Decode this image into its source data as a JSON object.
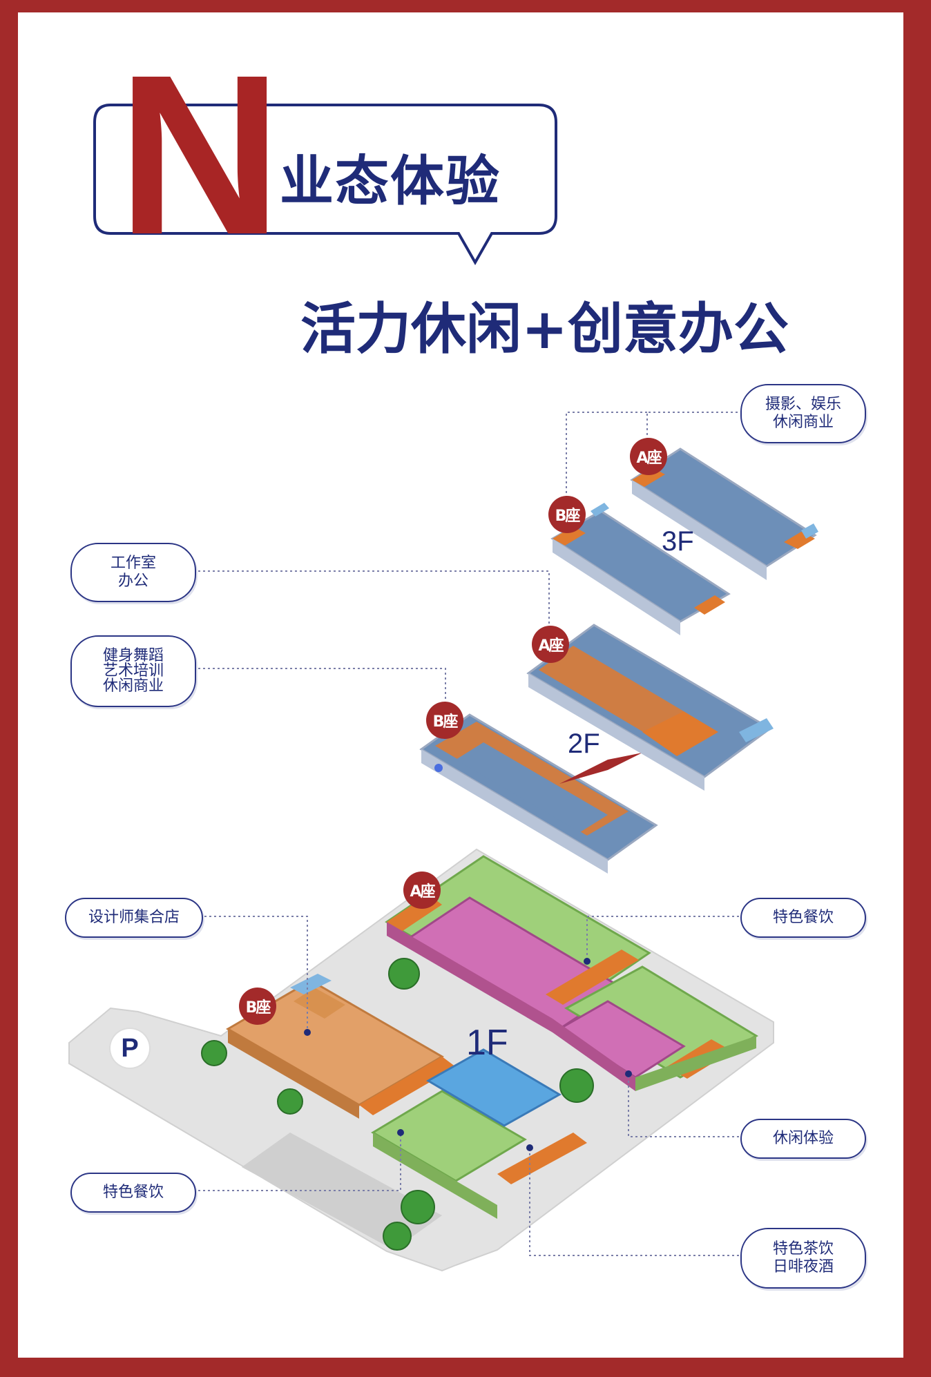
{
  "header": {
    "letter": "N",
    "title": "业态体验",
    "subtitle": "活力休闲+创意办公"
  },
  "floors": {
    "f3": "3F",
    "f2": "2F",
    "f1": "1F"
  },
  "badges": {
    "a": "A座",
    "b": "B座"
  },
  "parking": "P",
  "callouts": {
    "f3_photo": [
      "摄影、娱乐",
      "休闲商业"
    ],
    "f2_studio": [
      "工作室",
      "办公"
    ],
    "f2_fitness": [
      "健身舞蹈",
      "艺术培训",
      "休闲商业"
    ],
    "f1_designer": [
      "设计师集合店"
    ],
    "f1_dining_right": [
      "特色餐饮"
    ],
    "f1_leisure": [
      "休闲体验"
    ],
    "f1_dining_left": [
      "特色餐饮"
    ],
    "f1_tea": [
      "特色茶饮",
      "日啡夜酒"
    ]
  },
  "colors": {
    "frame": "#a32a2a",
    "navy": "#1f2b78",
    "corridor": "#e07a2e",
    "office_blue": "#6d8fb8",
    "dining_green": "#9fd07a",
    "leisure_pink": "#d06fb5",
    "designer_tan": "#e2a068",
    "tea_blue": "#5aa6e0"
  }
}
